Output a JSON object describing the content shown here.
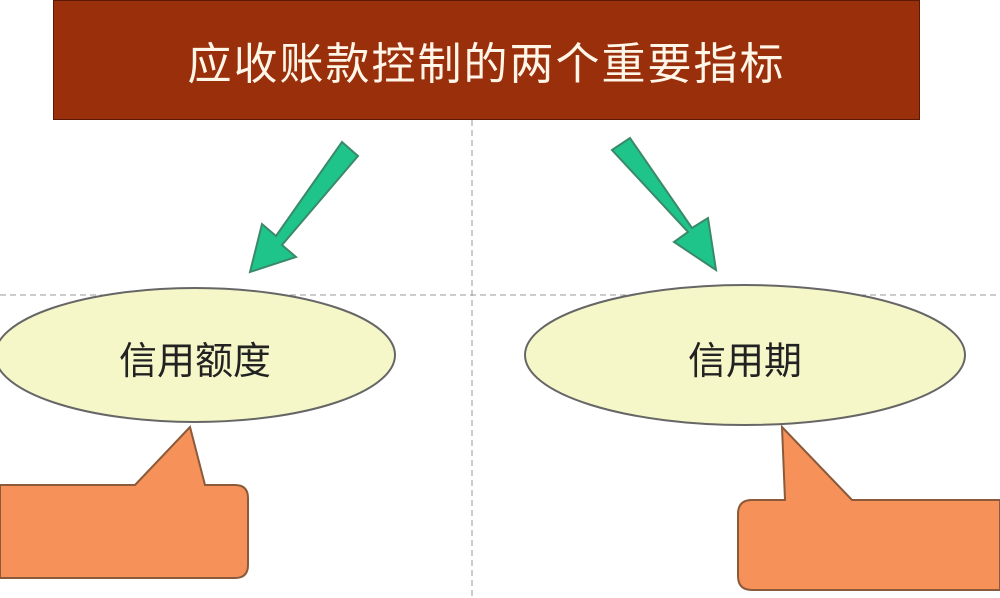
{
  "title": "应收账款控制的两个重要指标",
  "nodes": [
    {
      "label": "信用额度"
    },
    {
      "label": "信用期"
    }
  ],
  "colors": {
    "title_bg": "#9a2f0c",
    "title_text": "#fff6e8",
    "arrow": "#1fc48a",
    "ellipse_fill": "#f6f7c8",
    "callout_fill": "#f7915a"
  }
}
